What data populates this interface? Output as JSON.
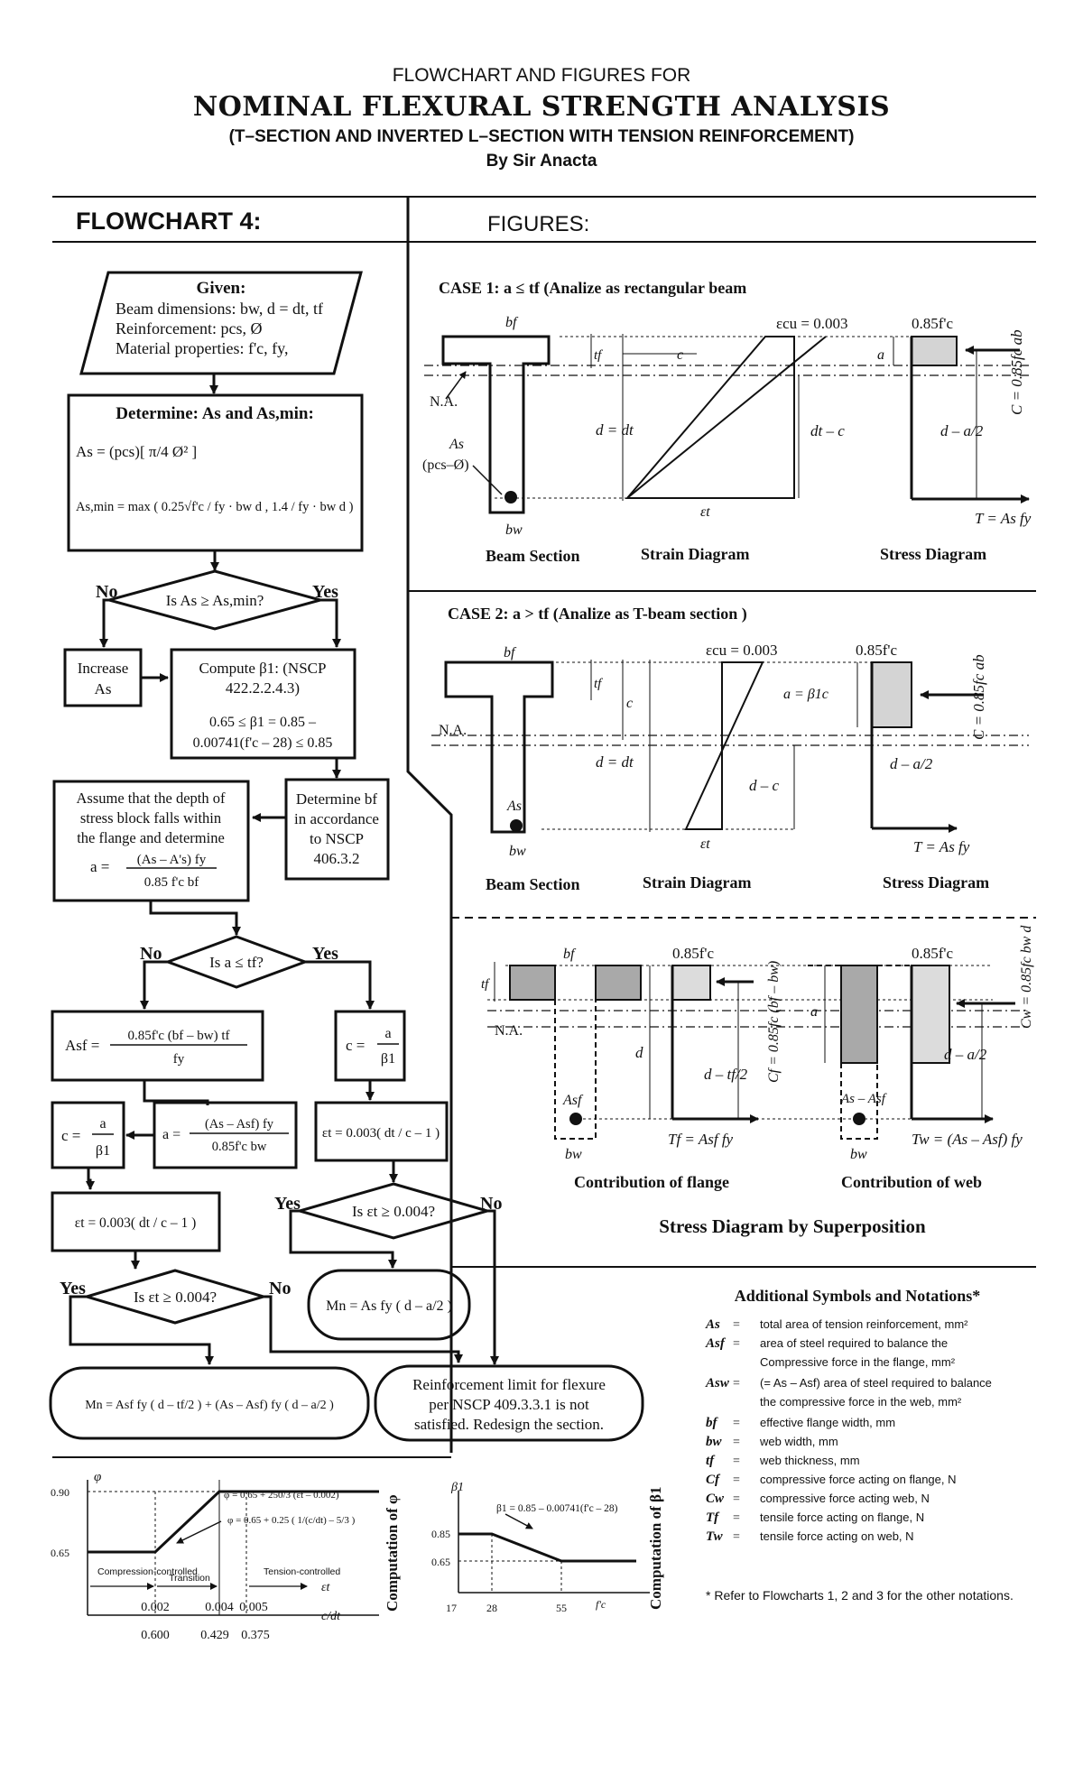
{
  "header": {
    "line1": "FLOWCHART AND FIGURES FOR",
    "line2": "NOMINAL FLEXURAL STRENGTH ANALYSIS",
    "line3": "(T–SECTION AND INVERTED L–SECTION WITH TENSION REINFORCEMENT)",
    "line4": "By Sir Anacta"
  },
  "sections": {
    "flowchart_title": "FLOWCHART 4:",
    "figures_title": "FIGURES:"
  },
  "flowchart": {
    "given": {
      "title": "Given:",
      "l1": "Beam dimensions: bw, d = dt, tf",
      "l2": "Reinforcement: pcs, Ø",
      "l3": "Material properties: f'c, fy,"
    },
    "determine": {
      "title": "Determine: As and As,min:",
      "as": "As = (pcs)[ π/4 Ø² ]",
      "asmin": "As,min = max ( 0.25√f'c / fy · bw d , 1.4 / fy · bw d )"
    },
    "d1": {
      "q": "Is As ≥ As,min?",
      "no": "No",
      "yes": "Yes"
    },
    "increase": {
      "l1": "Increase",
      "l2": "As"
    },
    "beta": {
      "l1": "Compute β1: (NSCP",
      "l2": "422.2.2.4.3)",
      "l3": "0.65 ≤ β1 = 0.85 –",
      "l4": "0.00741(f'c – 28) ≤ 0.85"
    },
    "bf": {
      "l1": "Determine bf",
      "l2": "in accordance",
      "l3": "to NSCP",
      "l4": "406.3.2"
    },
    "assume": {
      "l1": "Assume that the depth of",
      "l2": "stress block falls within",
      "l3": "the flange and determine",
      "eq_a": "a =",
      "num": "(As – A's) fy",
      "den": "0.85 f'c bf"
    },
    "d2": {
      "q": "Is a ≤ tf?",
      "no": "No",
      "yes": "Yes"
    },
    "asf": {
      "lhs": "Asf =",
      "num": "0.85f'c (bf – bw) tf",
      "den": "fy"
    },
    "cyes": {
      "lhs": "c =",
      "num": "a",
      "den": "β1"
    },
    "a2": {
      "lhs": "a =",
      "num": "(As – Asf) fy",
      "den": "0.85f'c bw"
    },
    "c2": {
      "lhs": "c =",
      "num": "a",
      "den": "β1"
    },
    "et_right": "εt = 0.003( dt / c – 1 )",
    "et_left": "εt = 0.003( dt / c – 1 )",
    "d3": {
      "q": "Is εt ≥ 0.004?",
      "yes": "Yes",
      "no": "No"
    },
    "d4": {
      "q": "Is εt ≥ 0.004?",
      "yes": "Yes",
      "no": "No"
    },
    "mn_right": "Mn = As fy ( d – a/2 )",
    "mn_left": "Mn = Asf fy ( d – tf/2 ) + (As – Asf) fy ( d – a/2 )",
    "limit": {
      "l1": "Reinforcement limit for flexure",
      "l2": "per NSCP 409.3.3.1 is not",
      "l3": "satisfied. Redesign the section."
    }
  },
  "case1": {
    "title": "CASE 1: a ≤ tf (Analize as rectangular beam",
    "bf": "bf",
    "tf": "tf",
    "c": "c",
    "na": "N.A.",
    "as": "As",
    "pcs": "(pcs–Ø)",
    "bw": "bw",
    "d": "d = dt",
    "ecu": "εcu = 0.003",
    "dtc": "dt – c",
    "et": "εt",
    "fc": "0.85f'c",
    "a": "a",
    "C": "C = 0.85fc ab",
    "da2": "d – a/2",
    "T": "T = As fy",
    "cap1": "Beam Section",
    "cap2": "Strain Diagram",
    "cap3": "Stress Diagram"
  },
  "case2": {
    "title": "CASE 2: a > tf (Analize as T-beam section )",
    "bf": "bf",
    "tf": "tf",
    "c": "c",
    "na": "N.A.",
    "as": "As",
    "bw": "bw",
    "d": "d = dt",
    "ecu": "εcu = 0.003",
    "dc": "d – c",
    "et": "εt",
    "fc": "0.85f'c",
    "a": "a = β1c",
    "C": "C = 0.85fc ab",
    "da2": "d – a/2",
    "T": "T = As fy",
    "cap1": "Beam Section",
    "cap2": "Strain Diagram",
    "cap3": "Stress Diagram"
  },
  "superposition": {
    "bf": "bf",
    "tf": "tf",
    "na": "N.A.",
    "d": "d",
    "asf": "Asf",
    "bw": "bw",
    "fc1": "0.85f'c",
    "cf": "Cf = 0.85fc (bf – bw)",
    "dtf2": "d – tf/2",
    "tf_force": "Tf = Asf fy",
    "a": "a",
    "asasf": "As – Asf",
    "bw2": "bw",
    "fc2": "0.85f'c",
    "cw": "Cw = 0.85fc bw d",
    "da2": "d – a/2",
    "tw": "Tw = (As – Asf) fy",
    "cap1": "Contribution of flange",
    "cap2": "Contribution of web",
    "title": "Stress Diagram by Superposition"
  },
  "phi_graph": {
    "phi": "φ",
    "y090": "0.90",
    "y065": "0.65",
    "eq1": "φ = 0.65 + 250/3 (εt – 0.002)",
    "eq2": "φ = 0.65 + 0.25 ( 1/(c/dt) – 5/3 )",
    "comp": "Compression-controlled",
    "trans": "Transition",
    "tens": "Tension-controlled",
    "et": "εt",
    "cdt": "c/dt",
    "x1": "0.002",
    "x2": "0.004",
    "x3": "0.005",
    "x1b": "0.600",
    "x2b": "0.429",
    "x3b": "0.375",
    "side": "Computation of φ"
  },
  "beta_graph": {
    "beta": "β1",
    "eq": "β1 = 0.85 – 0.00741(f'c – 28)",
    "y085": "0.85",
    "y065": "0.65",
    "x17": "17",
    "x28": "28",
    "x55": "55",
    "fc": "f'c",
    "side": "Computation of β1"
  },
  "notations": {
    "title": "Additional Symbols and Notations*",
    "items": [
      {
        "sym": "As",
        "def": "total area of tension reinforcement, mm²"
      },
      {
        "sym": "Asf",
        "def": "area of steel required to balance the"
      },
      {
        "sym": "",
        "def": "Compressive force in the flange, mm²"
      },
      {
        "sym": "Asw",
        "def": "(= As – Asf) area of steel required to balance"
      },
      {
        "sym": "",
        "def": "the compressive force in the web, mm²"
      },
      {
        "sym": "bf",
        "def": "effective flange width, mm"
      },
      {
        "sym": "bw",
        "def": "web width, mm"
      },
      {
        "sym": "tf",
        "def": "web thickness, mm"
      },
      {
        "sym": "Cf",
        "def": "compressive force acting on flange, N"
      },
      {
        "sym": "Cw",
        "def": "compressive force acting web, N"
      },
      {
        "sym": "Tf",
        "def": "tensile force acting on flange, N"
      },
      {
        "sym": "Tw",
        "def": "tensile force acting on web, N"
      }
    ],
    "footnote": "* Refer to Flowcharts 1, 2 and 3 for the other notations."
  }
}
